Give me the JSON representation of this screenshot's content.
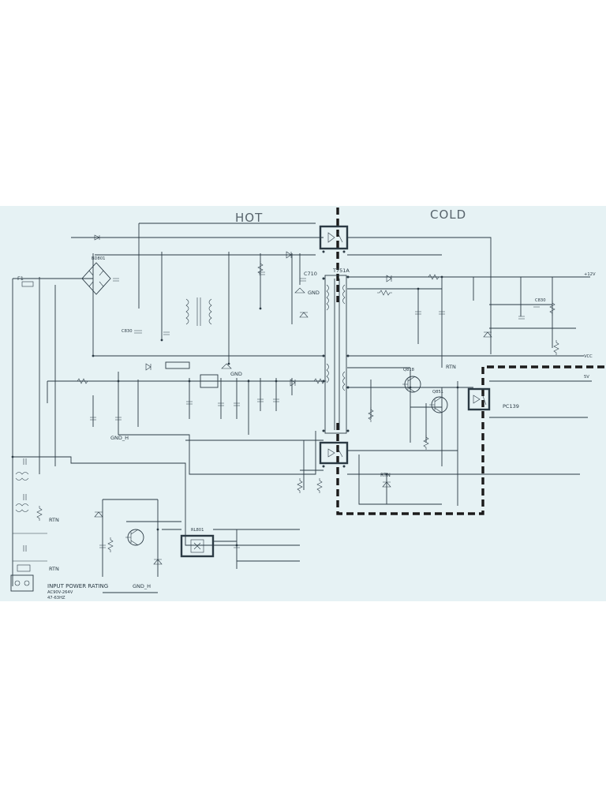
{
  "zones": {
    "hot": "HOT",
    "cold": "COLD"
  },
  "transformer": {
    "ref": "T751A"
  },
  "components": {
    "bridge": "BD801",
    "c710": "C710",
    "c830": "C830",
    "c830b": "C830",
    "pc139": "PC139",
    "q": "Q818",
    "q2": "Q851",
    "rl": "RL801",
    "f": "F1"
  },
  "nets": {
    "gnd": "GND",
    "gnd_h": "GND_H",
    "gnd_h2": "GND_H",
    "rtn": "RTN",
    "rtn2": "RTN",
    "rtn3": "RTN",
    "rtn4": "RTN",
    "v12": "+12V",
    "v5": "5V",
    "vc": "VCC"
  },
  "notes": {
    "input_title": "INPUT POWER RATING",
    "input_line1": "AC90V-264V",
    "input_line2": "47-63HZ"
  }
}
